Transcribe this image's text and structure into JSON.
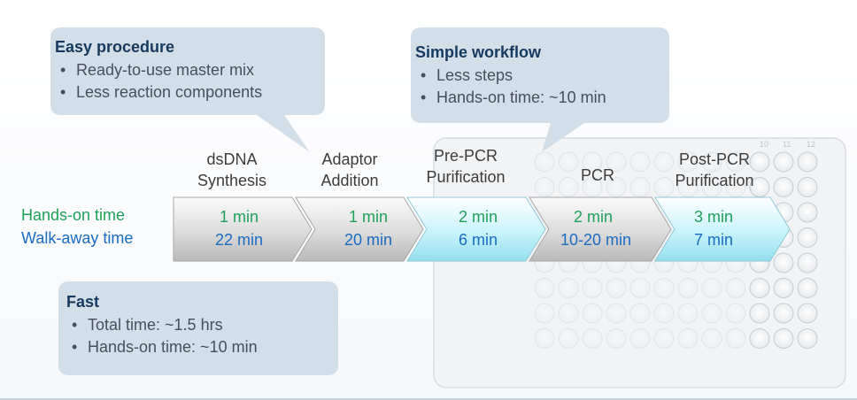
{
  "callouts": {
    "easy": {
      "title": "Easy procedure",
      "bullets": [
        "Ready-to-use master mix",
        "Less reaction components"
      ]
    },
    "simple": {
      "title": "Simple workflow",
      "bullets": [
        "Less steps",
        "Hands-on time: ~10 min"
      ]
    },
    "fast": {
      "title": "Fast",
      "bullets": [
        "Total time: ~1.5 hrs",
        "Hands-on time: ~10 min"
      ]
    }
  },
  "row_labels": {
    "hands_on": "Hands-on time",
    "walk_away": "Walk-away time"
  },
  "steps": [
    {
      "label_line1": "dsDNA",
      "label_line2": "Synthesis",
      "hands_on": "1 min",
      "walk_away": "22 min"
    },
    {
      "label_line1": "Adaptor",
      "label_line2": "Addition",
      "hands_on": "1 min",
      "walk_away": "20 min"
    },
    {
      "label_line1": "Pre-PCR",
      "label_line2": "Purification",
      "hands_on": "2 min",
      "walk_away": "6 min"
    },
    {
      "label_line1": "PCR",
      "label_line2": "",
      "hands_on": "2 min",
      "walk_away": "10-20 min"
    },
    {
      "label_line1": "Post-PCR",
      "label_line2": "Purification",
      "hands_on": "3 min",
      "walk_away": "7 min"
    }
  ],
  "plate_columns": [
    "10",
    "11",
    "12"
  ],
  "colors": {
    "callout_fill": "#d3dfe8",
    "hands_on": "#1fa05a",
    "walk_away": "#1a6cc0",
    "arrow_grey": "#d9d9d9",
    "arrow_cyan": "#c9f3fb"
  }
}
